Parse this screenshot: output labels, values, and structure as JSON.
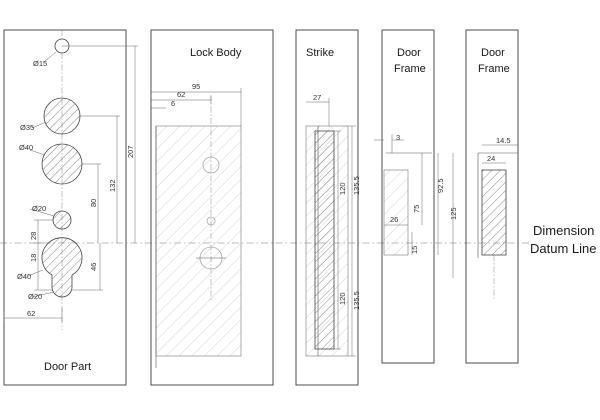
{
  "door_part": {
    "title": "Door Part",
    "dims": {
      "d15": "Ø15",
      "d35": "Ø35",
      "d40_upper": "Ø40",
      "d20_upper": "Ø20",
      "d40_lower": "Ø40",
      "d20_lower": "Ø20",
      "v28": "28",
      "v18": "18",
      "v46": "46",
      "v80": "80",
      "v132": "132",
      "v207": "207",
      "h62": "62"
    }
  },
  "lock_body": {
    "title": "Lock Body",
    "dims": {
      "w95": "95",
      "w62": "62",
      "w6": "6"
    }
  },
  "strike": {
    "title": "Strike",
    "dims": {
      "w27": "27",
      "v120_upper": "120",
      "v1355_upper": "135.5",
      "v120_lower": "120",
      "v1355_lower": "135.5"
    }
  },
  "door_frame_1": {
    "title_line1": "Door",
    "title_line2": "Frame",
    "dims": {
      "w3": "3",
      "v75": "75",
      "v925": "92.5",
      "v125": "125",
      "w26": "26",
      "v15": "15"
    }
  },
  "door_frame_2": {
    "title_line1": "Door",
    "title_line2": "Frame",
    "dims": {
      "w145": "14.5",
      "w24": "24"
    }
  },
  "datum": {
    "line1": "Dimension",
    "line2": "Datum Line"
  }
}
